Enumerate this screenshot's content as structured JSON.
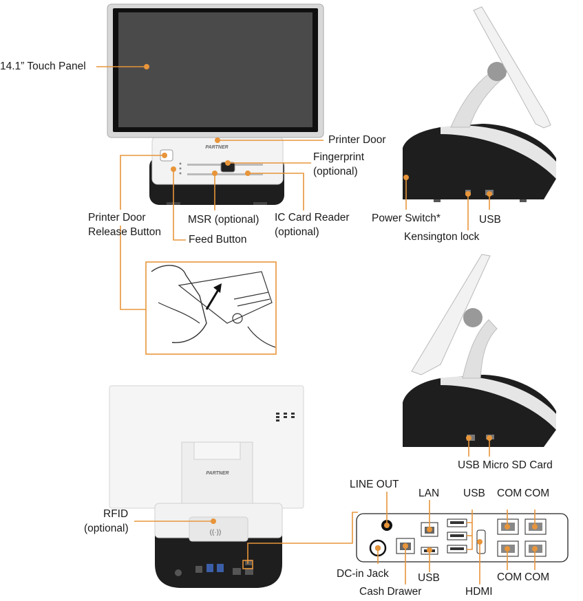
{
  "colors": {
    "accent": "#e8953a",
    "device_dark": "#1e1e1e",
    "device_white": "#f1f1f1",
    "screen": "#4a4a4a"
  },
  "brand": "PARTNER",
  "labels": {
    "touch_panel": "14.1” Touch Panel",
    "printer_door": "Printer Door",
    "fingerprint_1": "Fingerprint",
    "fingerprint_2": "(optional)",
    "printer_door_release_1": "Printer Door",
    "printer_door_release_2": "Release Button",
    "msr": "MSR (optional)",
    "ic_card_reader_1": "IC Card Reader",
    "ic_card_reader_2": "(optional)",
    "feed_button": "Feed Button",
    "power_switch": "Power Switch*",
    "usb_side": "USB",
    "kensington": "Kensington lock",
    "usb_micro_sd": "USB Micro SD Card",
    "rfid_1": "RFID",
    "rfid_2": "(optional)",
    "line_out": "LINE OUT",
    "lan": "LAN",
    "usb_top": "USB",
    "com_top_1": "COM",
    "com_top_2": "COM",
    "dc_in": "DC-in Jack",
    "usb_bottom": "USB",
    "cash_drawer": "Cash Drawer",
    "hdmi": "HDMI",
    "com_bottom_1": "COM",
    "com_bottom_2": "COM"
  }
}
